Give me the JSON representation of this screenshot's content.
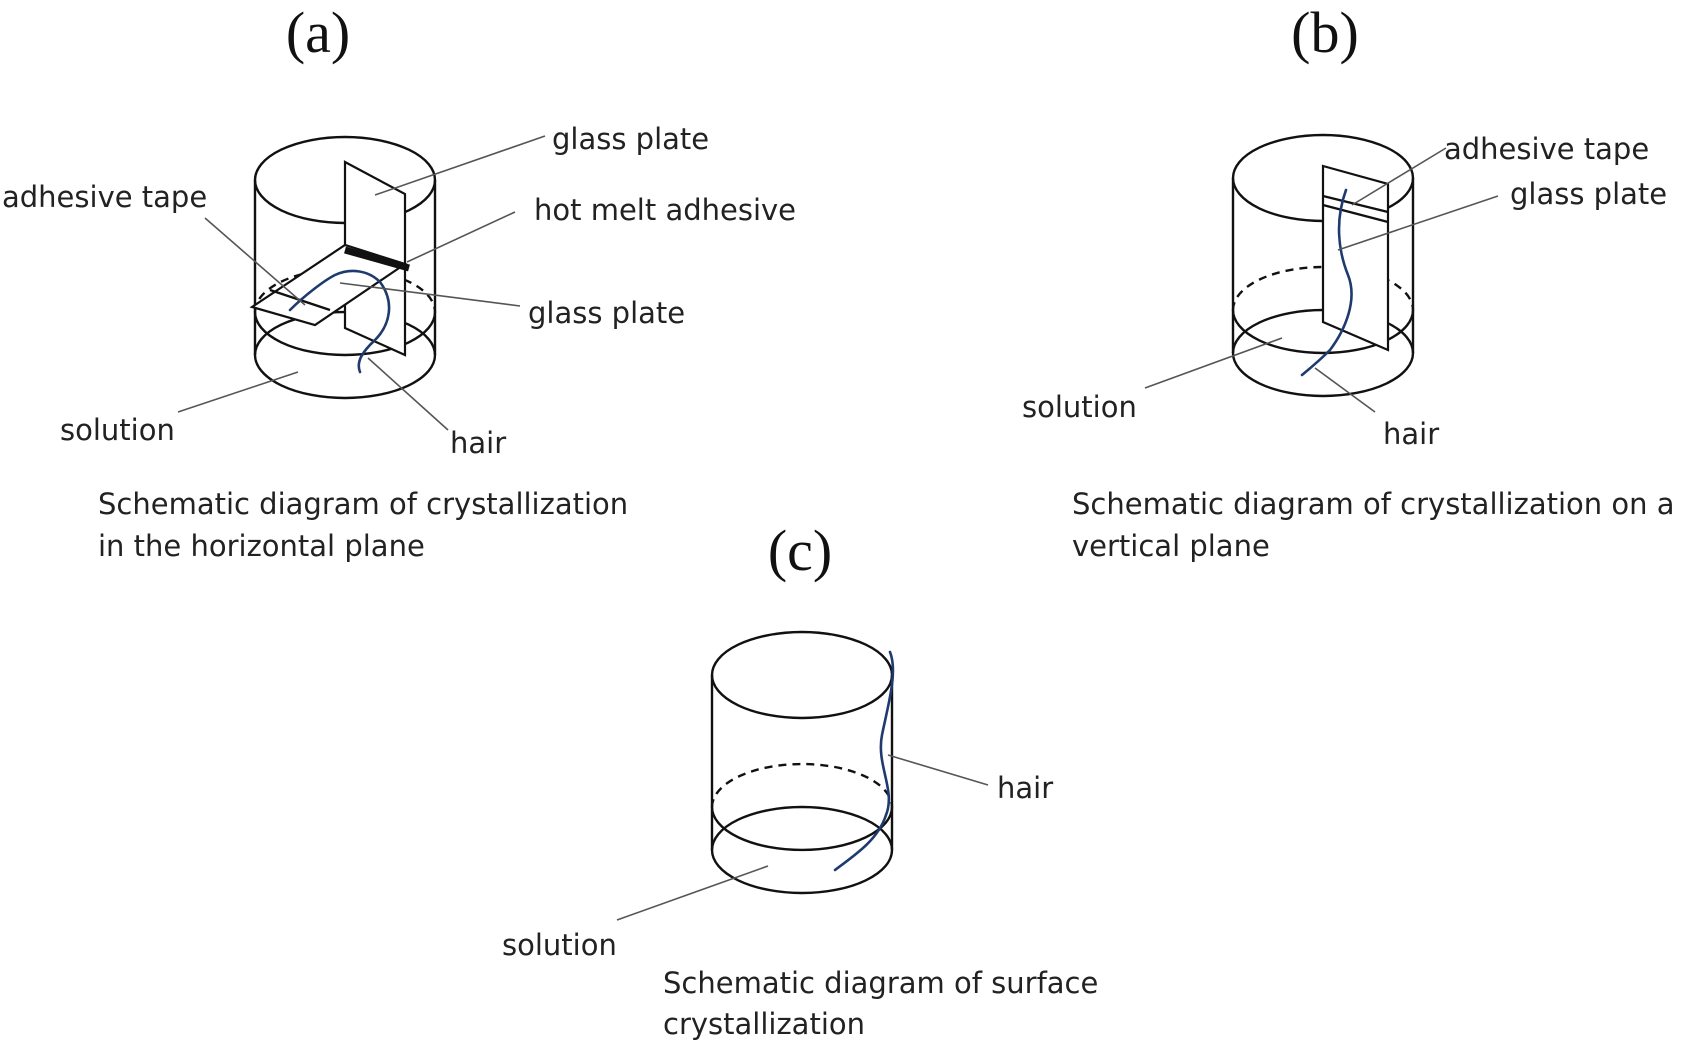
{
  "colors": {
    "hair": "#1f3a6e",
    "line": "#111111",
    "leader": "#555555",
    "background": "#ffffff"
  },
  "panels": {
    "a": {
      "label": "(a)",
      "glass_plate_vertical": "glass plate",
      "adhesive_tape": "adhesive tape",
      "hot_melt_adhesive": "hot melt adhesive",
      "glass_plate_horizontal": "glass plate",
      "solution": "solution",
      "hair": "hair",
      "caption_line1": "Schematic diagram of crystallization",
      "caption_line2": "in the horizontal plane"
    },
    "b": {
      "label": "(b)",
      "adhesive_tape": "adhesive tape",
      "glass_plate": "glass plate",
      "solution": "solution",
      "hair": "hair",
      "caption_line1": "Schematic diagram of crystallization on a",
      "caption_line2": "vertical plane"
    },
    "c": {
      "label": "(c)",
      "hair": "hair",
      "solution": "solution",
      "caption_line1": "Schematic diagram of surface",
      "caption_line2": "crystallization"
    }
  }
}
